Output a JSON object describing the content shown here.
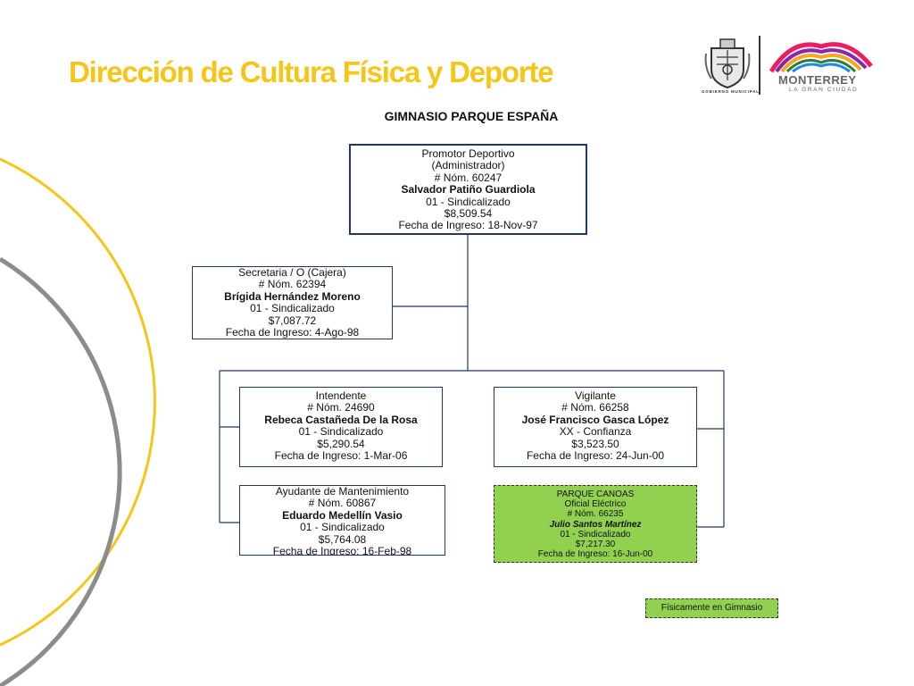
{
  "header": {
    "title": "Dirección de Cultura Física y Deporte",
    "subtitle": "GIMNASIO PARQUE ESPAÑA"
  },
  "logos": {
    "gobierno_label": "GOBIERNO MUNICIPAL",
    "monterrey_name": "MONTERREY",
    "monterrey_tagline": "LA GRAN CIUDAD"
  },
  "org": {
    "promotor": {
      "role": "Promotor Deportivo",
      "role_note": "(Administrador)",
      "nomina": "# Nóm. 60247",
      "name": "Salvador Patiño Guardiola",
      "status": "01 - Sindicalizado",
      "salary": "$8,509.54",
      "ingreso": "Fecha de Ingreso:  18-Nov-97"
    },
    "secretaria": {
      "role": "Secretaria / O (Cajera)",
      "nomina": "# Nóm. 62394",
      "name": "Brígida Hernández Moreno",
      "status": "01 - Sindicalizado",
      "salary": "$7,087.72",
      "ingreso": "Fecha de Ingreso:   4-Ago-98"
    },
    "intendente": {
      "role": "Intendente",
      "nomina": "# Nóm. 24690",
      "name": "Rebeca Castañeda De la Rosa",
      "status": "01 - Sindicalizado",
      "salary": "$5,290.54",
      "ingreso": "Fecha de Ingreso:  1-Mar-06"
    },
    "vigilante": {
      "role": "Vigilante",
      "nomina": "# Nóm. 66258",
      "name": "José Francisco Gasca López",
      "status": "XX - Confianza",
      "salary": "$3,523.50",
      "ingreso": "Fecha de Ingreso:  24-Jun-00"
    },
    "ayudante": {
      "role": "Ayudante de Mantenimiento",
      "nomina": "# Nóm. 60867",
      "name": "Eduardo Medellín Vasio",
      "status": "01 - Sindicalizado",
      "salary": "$5,764.08",
      "ingreso": "Fecha de Ingreso:   16-Feb-98"
    },
    "canoas": {
      "location": "PARQUE CANOAS",
      "role": "Oficial Eléctrico",
      "nomina": "# Nóm. 66235",
      "name": "Julio Santos Martínez",
      "status": "01 - Sindicalizado",
      "salary": "$7,217.30",
      "ingreso": "Fecha de Ingreso:   16-Jun-00"
    }
  },
  "legend": {
    "label": "Físicamente en Gimnasio",
    "color": "#92d050"
  },
  "colors": {
    "title": "#f5c518",
    "box_border": "#1f3864",
    "arc_yellow": "#f5c518",
    "arc_gray": "#8c8c8c"
  }
}
